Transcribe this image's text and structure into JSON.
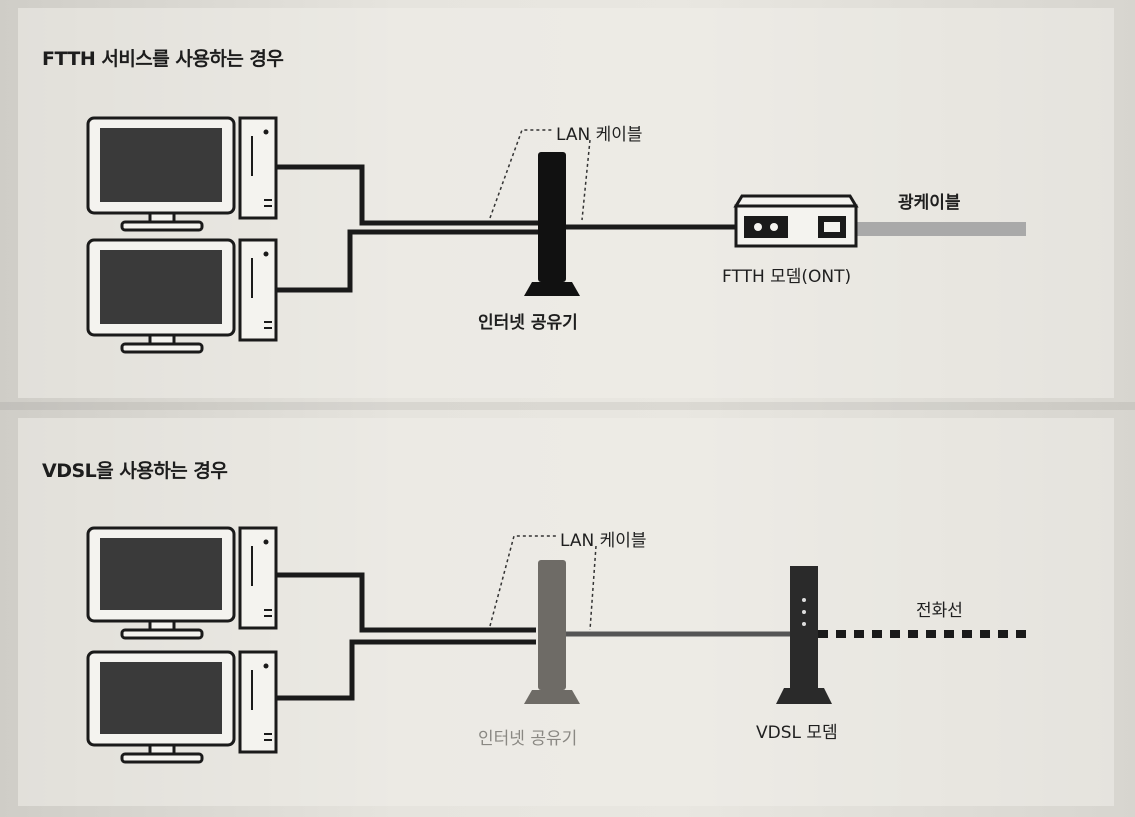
{
  "ftth": {
    "title": "FTTH 서비스를 사용하는 경우",
    "lan_cable_label": "LAN 케이블",
    "router_label": "인터넷 공유기",
    "modem_label": "FTTH 모뎀(ONT)",
    "fiber_label": "광케이블"
  },
  "vdsl": {
    "title": "VDSL을 사용하는 경우",
    "lan_cable_label": "LAN 케이블",
    "router_label": "인터넷 공유기",
    "modem_label": "VDSL 모뎀",
    "phone_line_label": "전화선"
  },
  "colors": {
    "device_outline": "#1a1a1a",
    "screen": "#3a3a3a",
    "fiber": "#a9a9a9",
    "faded_router": "#6e6b66"
  }
}
